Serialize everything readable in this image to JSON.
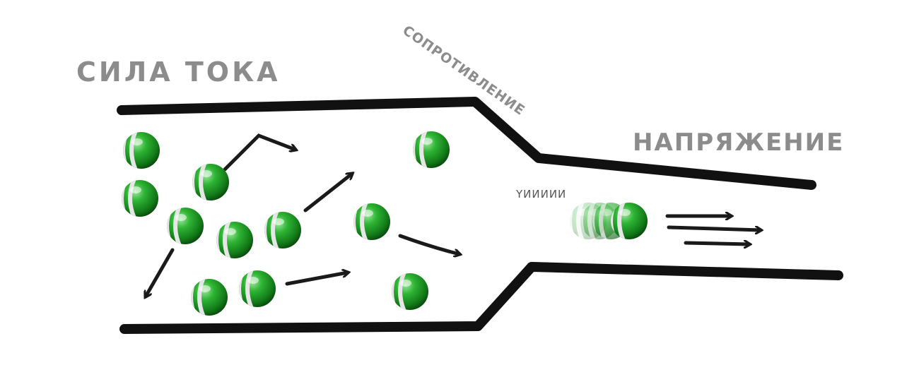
{
  "labels": {
    "current": "СИЛА ТОКА",
    "resistance": "СОПРОТИВЛЕНИЕ",
    "voltage": "НАПРЯЖЕНИЕ",
    "whee": "YИИИИИ"
  },
  "colors": {
    "pipe": "#111111",
    "label_gray": "#8c8c8c",
    "ball_green": "#22a32a",
    "ball_stripe": "#e6e6e6",
    "arrow": "#1a1a1a"
  },
  "icons": {
    "particle": "charge-ball-icon",
    "arrow": "motion-arrow-icon"
  },
  "particle_count": 15
}
